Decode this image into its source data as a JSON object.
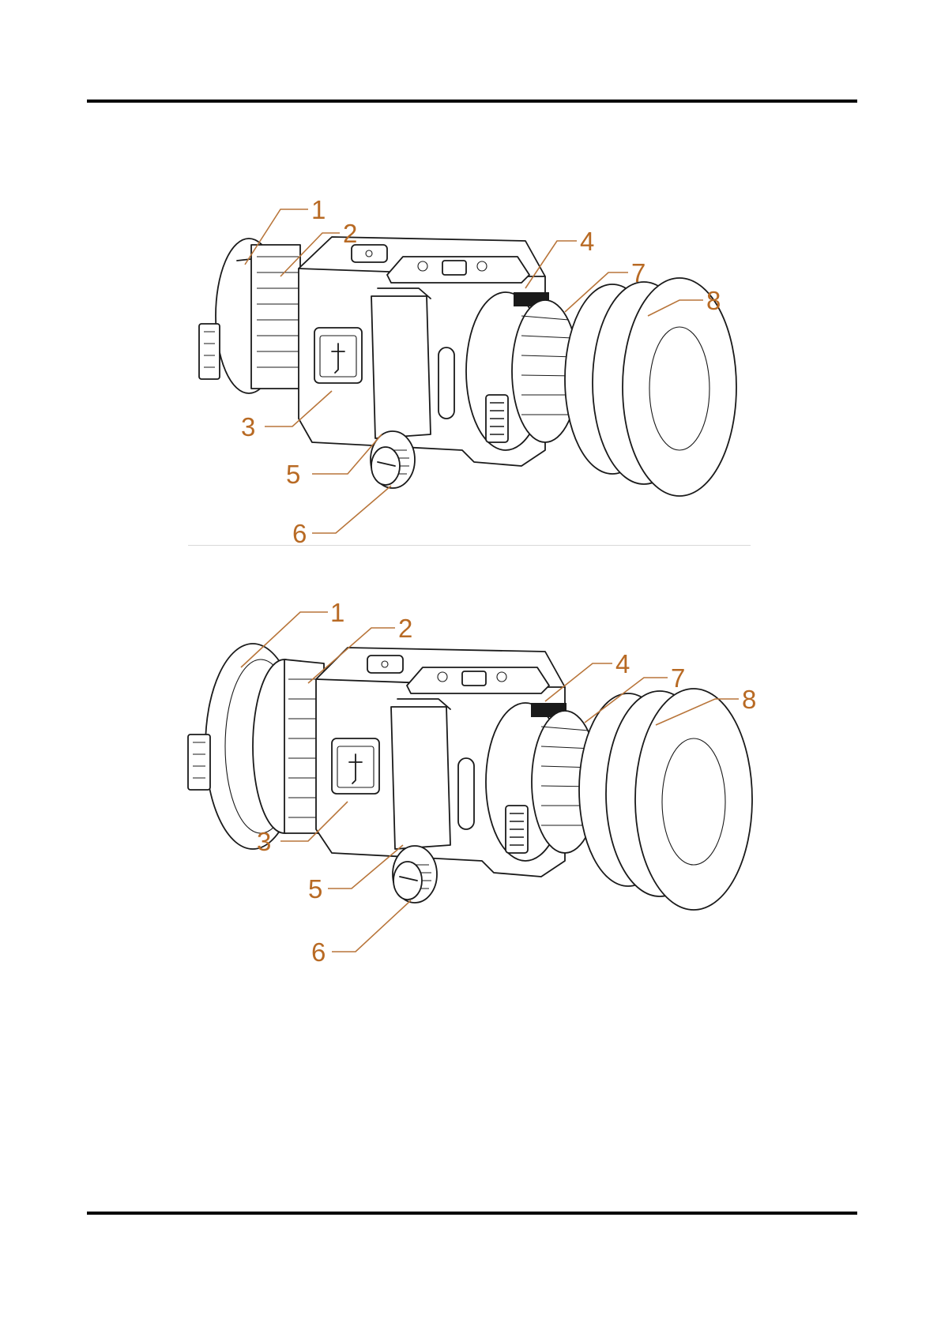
{
  "figures": [
    {
      "callouts": [
        {
          "id": "1",
          "label": "1"
        },
        {
          "id": "2",
          "label": "2"
        },
        {
          "id": "3",
          "label": "3"
        },
        {
          "id": "4",
          "label": "4"
        },
        {
          "id": "5",
          "label": "5"
        },
        {
          "id": "6",
          "label": "6"
        },
        {
          "id": "7",
          "label": "7"
        },
        {
          "id": "8",
          "label": "8"
        }
      ]
    },
    {
      "callouts": [
        {
          "id": "1",
          "label": "1"
        },
        {
          "id": "2",
          "label": "2"
        },
        {
          "id": "3",
          "label": "3"
        },
        {
          "id": "4",
          "label": "4"
        },
        {
          "id": "5",
          "label": "5"
        },
        {
          "id": "6",
          "label": "6"
        },
        {
          "id": "7",
          "label": "7"
        },
        {
          "id": "8",
          "label": "8"
        }
      ]
    }
  ],
  "colors": {
    "callout": "#b86a24",
    "leader": "#b8753a",
    "rule": "#000000"
  }
}
